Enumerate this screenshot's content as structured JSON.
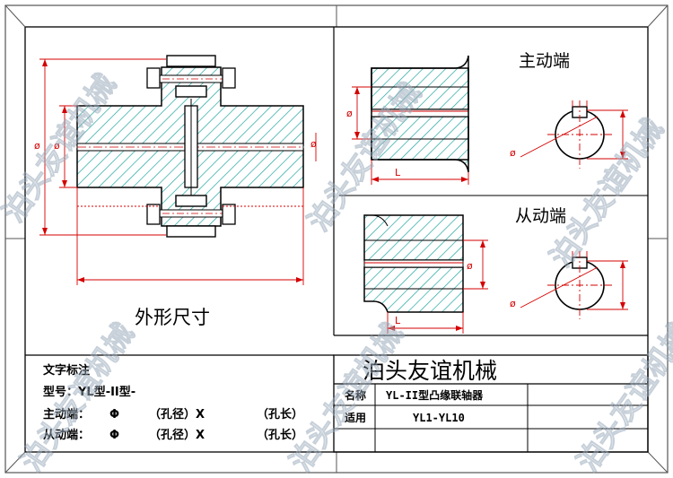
{
  "views": {
    "outline_title": "外形尺寸",
    "drive_end_title": "主动端",
    "driven_end_title": "从动端"
  },
  "dims": {
    "phi": "ø",
    "length": "L"
  },
  "notes": {
    "heading": "文字标注",
    "model_line": "型号：YL型-II型-",
    "drive_label": "主动端：",
    "driven_label": "从动端：",
    "phi_symbol": "Φ",
    "bore_dia": "（孔径）X",
    "bore_len": "（孔长）"
  },
  "title_block": {
    "company": "泊头友谊机械",
    "name_label": "名称",
    "name_value": "YL-II型凸缘联轴器",
    "apply_label": "适用",
    "apply_value": "YL1-YL10"
  },
  "watermark": "泊头友谊机械",
  "colors": {
    "hatch": "#21a6a0",
    "dimension": "#d40000",
    "outline": "#000000"
  }
}
